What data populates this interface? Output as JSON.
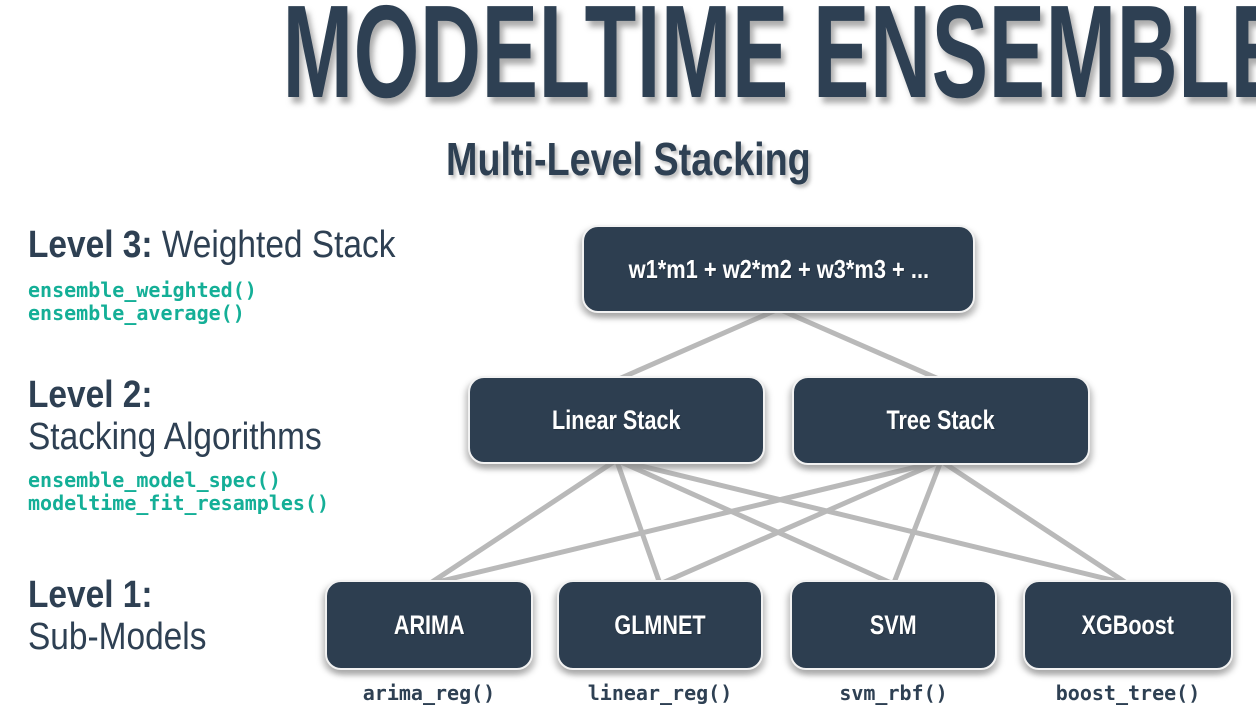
{
  "title": "MODELTIME ENSEMBLE",
  "subtitle": "Multi-Level Stacking",
  "levels": [
    {
      "bold": "Level 3:",
      "rest": "Weighted Stack",
      "code": [
        "ensemble_weighted()",
        "ensemble_average()"
      ]
    },
    {
      "bold": "Level 2:",
      "rest": "Stacking Algorithms",
      "code": [
        "ensemble_model_spec()",
        "modeltime_fit_resamples()"
      ]
    },
    {
      "bold": "Level 1:",
      "rest": "Sub-Models",
      "code": []
    }
  ],
  "nodes": {
    "weighted": {
      "label": "w1*m1 + w2*m2 + w3*m3 + ..."
    },
    "linear": {
      "label": "Linear Stack"
    },
    "tree": {
      "label": "Tree Stack"
    },
    "arima": {
      "label": "ARIMA",
      "fn": "arima_reg()"
    },
    "glmnet": {
      "label": "GLMNET",
      "fn": "linear_reg()"
    },
    "svm": {
      "label": "SVM",
      "fn": "svm_rbf()"
    },
    "xgboost": {
      "label": "XGBoost",
      "fn": "boost_tree()"
    }
  },
  "edges": [
    [
      "weighted",
      "linear"
    ],
    [
      "weighted",
      "tree"
    ],
    [
      "linear",
      "arima"
    ],
    [
      "linear",
      "glmnet"
    ],
    [
      "linear",
      "svm"
    ],
    [
      "linear",
      "xgboost"
    ],
    [
      "tree",
      "arima"
    ],
    [
      "tree",
      "glmnet"
    ],
    [
      "tree",
      "svm"
    ],
    [
      "tree",
      "xgboost"
    ]
  ],
  "colors": {
    "navy": "#2d3e50",
    "heading": "#2e4053",
    "teal": "#14af97",
    "line": "#b9b9b9"
  }
}
